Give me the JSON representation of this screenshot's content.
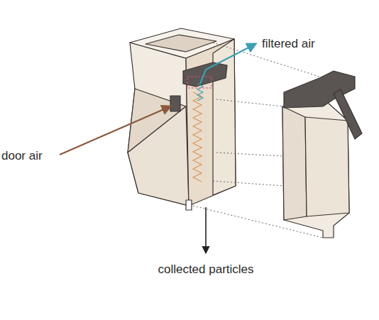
{
  "diagram": {
    "labels": [
      "door air",
      "filtered air",
      "collected particles"
    ]
  }
}
